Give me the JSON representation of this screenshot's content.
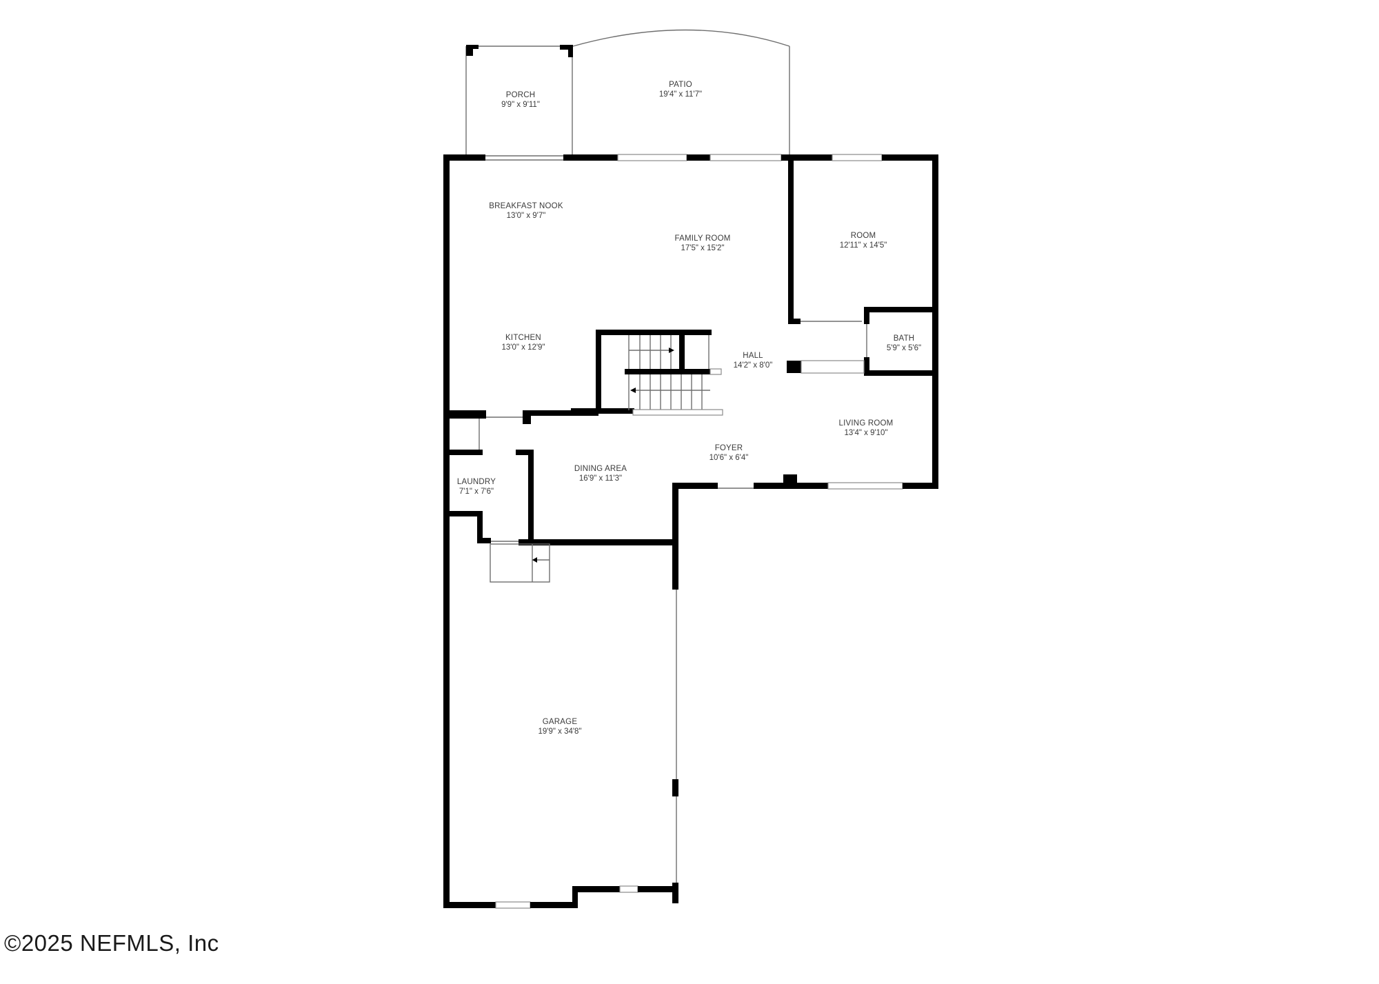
{
  "floorplan": {
    "rooms": [
      {
        "name": "PORCH",
        "dimensions": "9'9\" x 9'11\""
      },
      {
        "name": "PATIO",
        "dimensions": "19'4\" x 11'7\""
      },
      {
        "name": "BREAKFAST NOOK",
        "dimensions": "13'0\" x 9'7\""
      },
      {
        "name": "FAMILY ROOM",
        "dimensions": "17'5\" x 15'2\""
      },
      {
        "name": "ROOM",
        "dimensions": "12'11\" x 14'5\""
      },
      {
        "name": "KITCHEN",
        "dimensions": "13'0\" x 12'9\""
      },
      {
        "name": "HALL",
        "dimensions": "14'2\" x 8'0\""
      },
      {
        "name": "BATH",
        "dimensions": "5'9\" x 5'6\""
      },
      {
        "name": "LIVING ROOM",
        "dimensions": "13'4\" x 9'10\""
      },
      {
        "name": "FOYER",
        "dimensions": "10'6\" x 6'4\""
      },
      {
        "name": "DINING AREA",
        "dimensions": "16'9\" x 11'3\""
      },
      {
        "name": "LAUNDRY",
        "dimensions": "7'1\" x 7'6\""
      },
      {
        "name": "GARAGE",
        "dimensions": "19'9\" x 34'8\""
      }
    ]
  },
  "footer": {
    "copyright": "©2025 NEFMLS, Inc"
  },
  "colors": {
    "wall": "#000000",
    "background": "#ffffff",
    "label": "#3a3a3a"
  }
}
